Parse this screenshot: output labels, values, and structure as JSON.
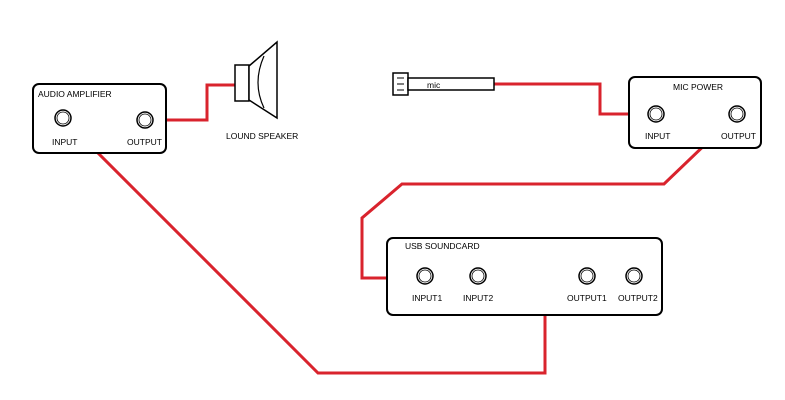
{
  "colors": {
    "wire": "#d9232d",
    "outline": "#000000",
    "background": "#ffffff"
  },
  "audio_amplifier": {
    "title": "AUDIO AMPLIFIER",
    "input_label": "INPUT",
    "output_label": "OUTPUT"
  },
  "speaker": {
    "label": "LOUND SPEAKER"
  },
  "mic": {
    "label": "mic"
  },
  "mic_power": {
    "title": "MIC POWER",
    "input_label": "INPUT",
    "output_label": "OUTPUT"
  },
  "usb_soundcard": {
    "title": "USB SOUNDCARD",
    "input1_label": "INPUT1",
    "input2_label": "INPUT2",
    "output1_label": "OUTPUT1",
    "output2_label": "OUTPUT2"
  }
}
